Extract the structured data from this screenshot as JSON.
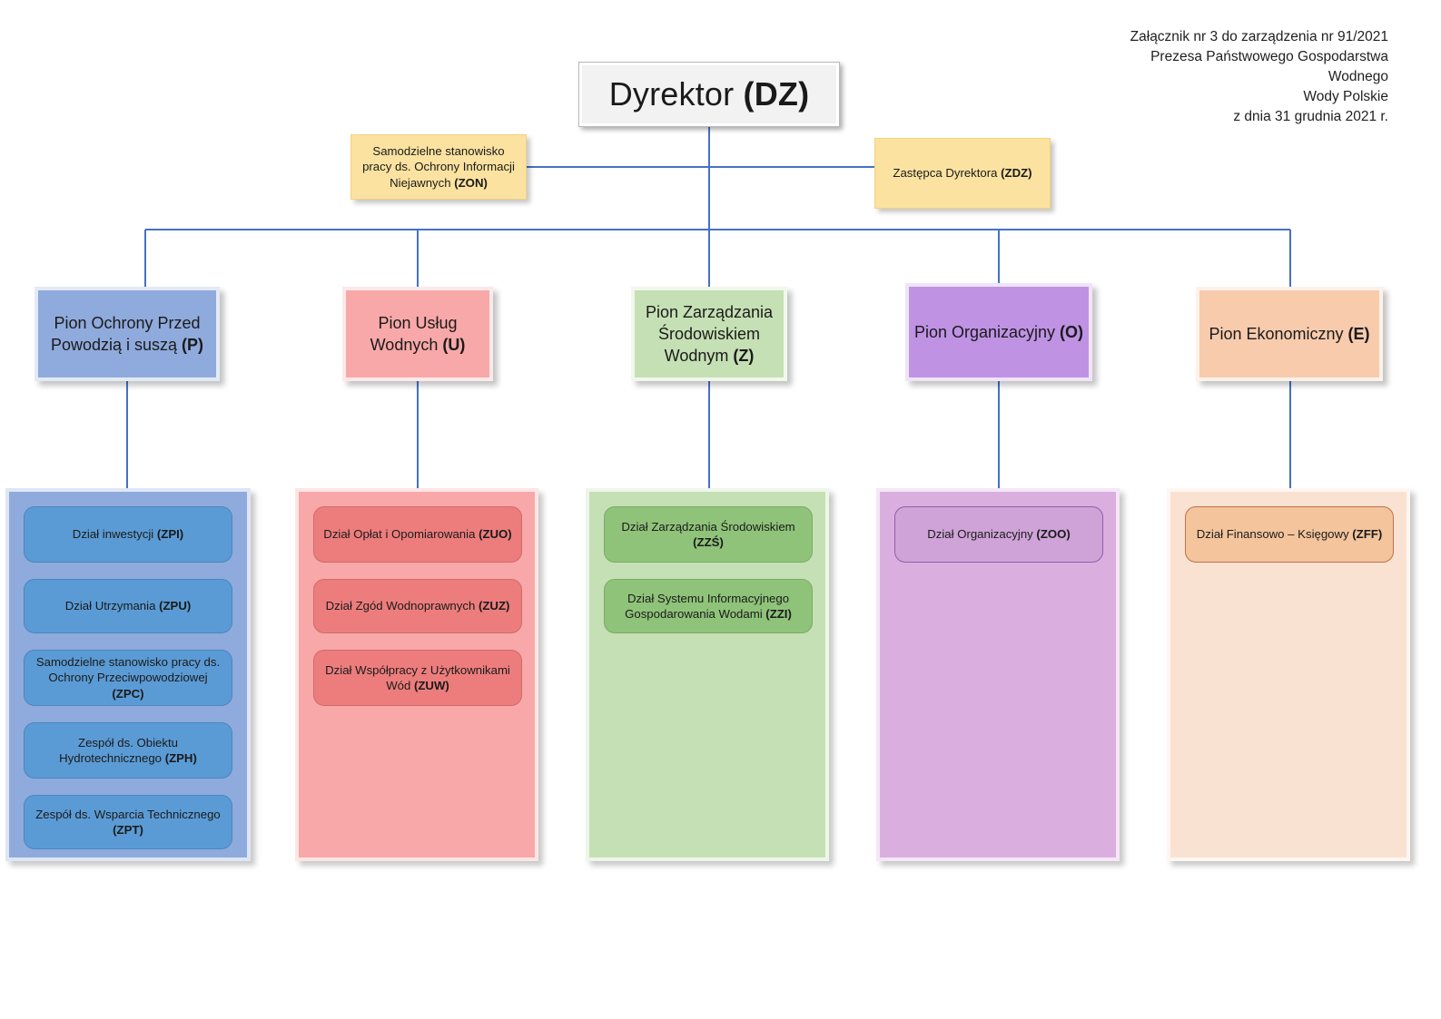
{
  "header": {
    "lines": [
      "Załącznik nr 3 do zarządzenia nr 91/2021",
      "Prezesa Państwowego Gospodarstwa",
      "Wodnego",
      "Wody Polskie",
      "z dnia 31 grudnia 2021 r."
    ]
  },
  "root": {
    "title": "Dyrektor ",
    "code": "(DZ)"
  },
  "staff": [
    {
      "key": "zon",
      "title": "Samodzielne stanowisko pracy ds. Ochrony Informacji Niejawnych ",
      "code": "(ZON)"
    },
    {
      "key": "zdz",
      "title": "Zastępca Dyrektora ",
      "code": "(ZDZ)"
    }
  ],
  "divisions": [
    {
      "key": "p",
      "title": "Pion Ochrony Przed Powodzią i suszą ",
      "code": "(P)",
      "color": "#8faadc",
      "departments": [
        {
          "title": "Dział inwestycji ",
          "code": "(ZPI)"
        },
        {
          "title": "Dział Utrzymania ",
          "code": "(ZPU)"
        },
        {
          "title": "Samodzielne stanowisko pracy ds. Ochrony Przeciwpowodziowej ",
          "code": "(ZPC)"
        },
        {
          "title": "Zespół ds. Obiektu Hydrotechnicznego ",
          "code": "(ZPH)"
        },
        {
          "title": "Zespół ds. Wsparcia Technicznego ",
          "code": "(ZPT)"
        }
      ]
    },
    {
      "key": "u",
      "title": "Pion Usług Wodnych ",
      "code": "(U)",
      "color": "#f8a8a8",
      "departments": [
        {
          "title": "Dział Opłat i Opomiarowania ",
          "code": "(ZUO)"
        },
        {
          "title": "Dział Zgód Wodnoprawnych ",
          "code": "(ZUZ)"
        },
        {
          "title": "Dział Współpracy z Użytkownikami Wód ",
          "code": "(ZUW)"
        }
      ]
    },
    {
      "key": "z",
      "title": "Pion Zarządzania Środowiskiem Wodnym ",
      "code": "(Z)",
      "color": "#c5e0b4",
      "departments": [
        {
          "title": "Dział Zarządzania Środowiskiem ",
          "code": "(ZZŚ)"
        },
        {
          "title": "Dział Systemu Informacyjnego Gospodarowania Wodami ",
          "code": "(ZZI)"
        }
      ]
    },
    {
      "key": "o",
      "title": "Pion Organizacyjny ",
      "code": "(O)",
      "color": "#bf92e4",
      "departments": [
        {
          "title": "Dział Organizacyjny ",
          "code": "(ZOO)"
        }
      ]
    },
    {
      "key": "e",
      "title": "Pion Ekonomiczny ",
      "code": "(E)",
      "color": "#f8cbad",
      "departments": [
        {
          "title": "Dział Finansowo – Księgowy ",
          "code": "(ZFF)"
        }
      ]
    }
  ],
  "connector_color": "#3f6db5"
}
